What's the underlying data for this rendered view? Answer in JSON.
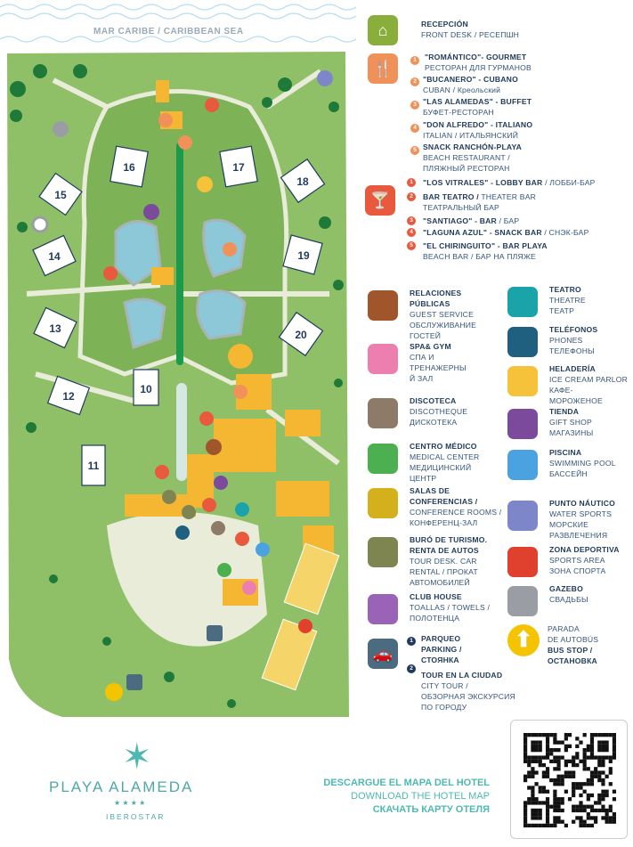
{
  "sea_label": "MAR CARIBE / CARIBBEAN SEA",
  "buildings": [
    "10",
    "11",
    "12",
    "13",
    "14",
    "15",
    "16",
    "17",
    "18",
    "19",
    "20"
  ],
  "legend": {
    "reception": {
      "title": "RECEPCIÓN",
      "sub": "FRONT DESK /   РЕСЕПШН",
      "icon": "front-desk-icon",
      "color": "#8aae3c"
    },
    "restaurants": {
      "icon": "fork-knife-icon",
      "color": "#f0915a",
      "items": [
        {
          "n": "1",
          "title": "\"ROMÁNTICO\"- GOURMET",
          "sub": "РЕСТОРАН ДЛЯ ГУРМАНОВ"
        },
        {
          "n": "2",
          "title": "\"BUCANERO\" - CUBANO",
          "sub": "CUBAN / Креольский"
        },
        {
          "n": "3",
          "title": "\"LAS ALAMEDAS\" - BUFFET",
          "sub": "БУФЕТ-РЕСТОРАН"
        },
        {
          "n": "4",
          "title": "\"DON ALFREDO\" - ITALIANO",
          "sub": "ITALIAN / ИТАЛЬЯНСКИЙ"
        },
        {
          "n": "5",
          "title": "SNACK RANCHÓN-PLAYA",
          "sub": "BEACH RESTAURANT /",
          "sub2": "ПЛЯЖНЫЙ РЕСТОРАН"
        }
      ]
    },
    "bars": {
      "icon": "cocktail-icon",
      "color": "#e8593e",
      "items": [
        {
          "n": "1",
          "title": "\"LOS VITRALES\" - LOBBY BAR",
          "sub": "/ ЛОББИ-БАР"
        },
        {
          "n": "2",
          "title": "BAR TEATRO /",
          "sub": "THEATER BAR",
          "sub2": "ТЕАТРАЛЬНЫЙ БАР"
        },
        {
          "n": "3",
          "title": "\"SANTIAGO\" - BAR",
          "sub": "/ БАР"
        },
        {
          "n": "4",
          "title": "\"LAGUNA AZUL\" - SNACK BAR",
          "sub": "/ СНЭК-БАР"
        },
        {
          "n": "5",
          "title": "\"EL CHIRINGUITO\" - BAR PLAYA",
          "sub": "BEACH BAR / БАР НА ПЛЯЖЕ"
        }
      ]
    },
    "left": [
      {
        "icon": "guest-service-icon",
        "color": "#a0562a",
        "lines": [
          "RELACIONES",
          "PÚBLICAS"
        ],
        "subs": [
          "GUEST SERVICE",
          "ОБСЛУЖИВАНИЕ",
          "ГОСТЕЙ"
        ]
      },
      {
        "icon": "flower-spa-icon",
        "color": "#ec7fb0",
        "lines": [
          "SPA& GYM"
        ],
        "subs": [
          "СПА И",
          "ТРЕНАЖЕРНЫ",
          "Й ЗАЛ"
        ]
      },
      {
        "icon": "disco-icon",
        "color": "#8e7a68",
        "lines": [
          "DISCOTECA"
        ],
        "subs": [
          "DISCOTHEQUE",
          "ДИСКОТЕКА"
        ]
      },
      {
        "icon": "medical-cross-icon",
        "color": "#4caf50",
        "lines": [
          "CENTRO MÉDICO"
        ],
        "subs": [
          "MEDICAL CENTER",
          "МЕДИЦИНСКИЙ",
          "ЦЕНТР"
        ]
      },
      {
        "icon": "conference-icon",
        "color": "#d4b11c",
        "lines": [
          "SALAS DE",
          "CONFERENCIAS /"
        ],
        "subs": [
          "CONFERENCE ROOMS /",
          "КОНФЕРЕНЦ-ЗАЛ"
        ]
      },
      {
        "icon": "tour-desk-icon",
        "color": "#7f8551",
        "lines": [
          "BURÓ DE TURISMO.",
          "RENTA DE AUTOS"
        ],
        "subs": [
          "TOUR DESK. CAR",
          "RENTAL / ПРОКАТ",
          "АВТОМОБИЛЕЙ"
        ]
      },
      {
        "icon": "towels-icon",
        "color": "#9a63b8",
        "lines": [
          "CLUB HOUSE"
        ],
        "subs": [
          "TOALLAS / TOWELS /",
          "ПОЛОТЕНЦА"
        ]
      }
    ],
    "parking": {
      "icon": "car-icon",
      "color": "#4a6b80",
      "items": [
        {
          "n": "1",
          "title": "PARQUEO",
          "title2": "PARKING /",
          "title3": "СТОЯНКА"
        },
        {
          "n": "2",
          "title": "TOUR EN LA CIUDAD",
          "sub": "CITY TOUR /",
          "sub2": "ОБЗОРНАЯ ЭКСКУРСИЯ",
          "sub3": "ПО ГОРОДУ"
        }
      ]
    },
    "right": [
      {
        "icon": "theatre-masks-icon",
        "color": "#1aa3a8",
        "lines": [
          "TEATRO"
        ],
        "subs": [
          "THEATRE",
          "ТЕАТР"
        ]
      },
      {
        "icon": "phone-icon",
        "color": "#1f6080",
        "lines": [
          "TELÉFONOS"
        ],
        "subs": [
          "PHONES",
          "ТЕЛЕФОНЫ"
        ]
      },
      {
        "icon": "ice-cream-icon",
        "color": "#f5c23a",
        "lines": [
          "HELADERÍA"
        ],
        "subs": [
          "ICE CREAM PARLOR",
          "КАФЕ-",
          "МОРОЖЕНОЕ"
        ]
      },
      {
        "icon": "shopping-bag-icon",
        "color": "#7b4a9a",
        "lines": [
          "TIENDA"
        ],
        "subs": [
          "GIFT SHOP",
          "МАГАЗИНЫ"
        ]
      },
      {
        "icon": "pool-icon",
        "color": "#4aa3e0",
        "lines": [
          "PISCINA"
        ],
        "subs": [
          "SWIMMING POOL",
          "БАССЕЙН"
        ]
      },
      {
        "icon": "snorkel-icon",
        "color": "#7d86c8",
        "lines": [
          "PUNTO NÁUTICO"
        ],
        "subs": [
          "WATER SPORTS",
          "МОРСКИЕ",
          "РАЗВЛЕЧЕНИЯ"
        ]
      },
      {
        "icon": "tennis-racket-icon",
        "color": "#e0402e",
        "lines": [
          "ZONA DEPORTIVA"
        ],
        "subs": [
          "SPORTS AREA",
          "ЗОНА СПОРТА"
        ]
      },
      {
        "icon": "rings-icon",
        "color": "#9a9ea4",
        "lines": [
          "GAZEBO"
        ],
        "subs": [
          "СВАДЬБЫ"
        ]
      }
    ],
    "bus": {
      "icon": "bus-stop-arrow-icon",
      "color": "#f5c400",
      "l1": "PARADA",
      "l2": "DE AUTOBÚS",
      "l3": "BUS STOP /",
      "l4": "ОСТАНОВКА"
    }
  },
  "footer": {
    "brand": "PLAYA ALAMEDA",
    "stars": "★ ★ ★ ★",
    "sub_brand": "IBEROSTAR",
    "download_es": "DESCARGUE EL MAPA DEL HOTEL",
    "download_en": "DOWNLOAD THE HOTEL MAP",
    "download_ru": "СКАЧАТЬ КАРТУ ОТЕЛЯ"
  }
}
